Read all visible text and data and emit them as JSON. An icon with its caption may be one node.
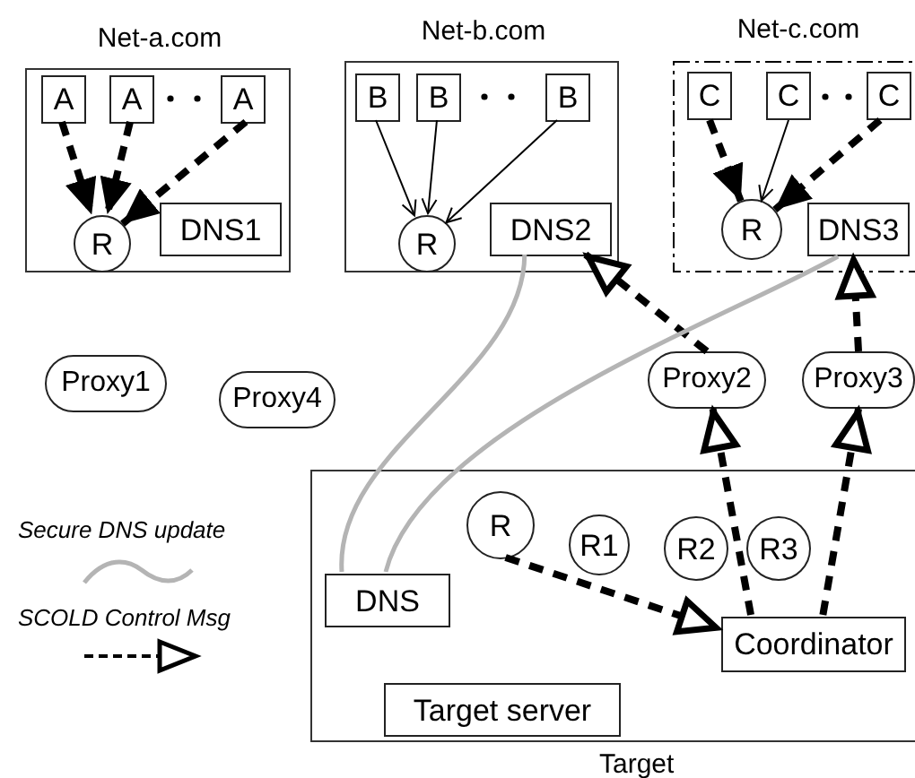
{
  "diagram": {
    "nodes": [
      {
        "text": [
          "Net-a.com"
        ]
      },
      {
        "text": [
          "A"
        ],
        "in": 0
      },
      {
        "text": [
          "A"
        ],
        "in": 0
      },
      {
        "text": [
          "A"
        ],
        "in": 0
      },
      {
        "text": [
          "R"
        ],
        "in": 0
      },
      {
        "text": [
          "DNS1"
        ],
        "in": 0
      },
      {
        "text": [
          "Net-b.com"
        ]
      },
      {
        "text": [
          "B"
        ],
        "in": 6
      },
      {
        "text": [
          "B"
        ],
        "in": 6
      },
      {
        "text": [
          "B"
        ],
        "in": 6
      },
      {
        "text": [
          "R"
        ],
        "in": 6
      },
      {
        "text": [
          "DNS2"
        ],
        "in": 6
      },
      {
        "text": [
          "Net-c.com"
        ]
      },
      {
        "text": [
          "C"
        ],
        "in": 12
      },
      {
        "text": [
          "C"
        ],
        "in": 12
      },
      {
        "text": [
          "C"
        ],
        "in": 12
      },
      {
        "text": [
          "R"
        ],
        "in": 12
      },
      {
        "text": [
          "DNS3"
        ],
        "in": 12
      },
      {
        "text": [
          "Proxy1"
        ]
      },
      {
        "text": [
          "Proxy4"
        ]
      },
      {
        "text": [
          "Proxy2"
        ]
      },
      {
        "text": [
          "Proxy3"
        ]
      },
      {
        "text": [
          "Target"
        ]
      },
      {
        "text": [
          "DNS"
        ],
        "in": 22
      },
      {
        "text": [
          "R"
        ],
        "in": 22
      },
      {
        "text": [
          "R1"
        ],
        "in": 22
      },
      {
        "text": [
          "R2"
        ],
        "in": 22
      },
      {
        "text": [
          "R3"
        ],
        "in": 22
      },
      {
        "text": [
          "Coordinator"
        ],
        "in": 22
      },
      {
        "text": [
          "Target server"
        ],
        "in": 22
      }
    ],
    "edges": [
      {
        "from": 1,
        "to": 4,
        "arrow": "to",
        "style": "dashed"
      },
      {
        "from": 2,
        "to": 4,
        "arrow": "to",
        "style": "dashed"
      },
      {
        "from": 3,
        "to": 4,
        "arrow": "to",
        "style": "dashed"
      },
      {
        "from": 7,
        "to": 10,
        "arrow": "to"
      },
      {
        "from": 8,
        "to": 10,
        "arrow": "to"
      },
      {
        "from": 9,
        "to": 10,
        "arrow": "to"
      },
      {
        "from": 13,
        "to": 16,
        "arrow": "to",
        "style": "dashed"
      },
      {
        "from": 14,
        "to": 16,
        "arrow": "to"
      },
      {
        "from": 15,
        "to": 16,
        "arrow": "to",
        "style": "dashed"
      },
      {
        "from": 20,
        "to": 11,
        "arrow": "to",
        "style": "dashed"
      },
      {
        "from": 21,
        "to": 17,
        "arrow": "to",
        "style": "dashed"
      },
      {
        "from": 28,
        "to": 20,
        "arrow": "to",
        "style": "dashed"
      },
      {
        "from": 28,
        "to": 21,
        "arrow": "to",
        "style": "dashed"
      },
      {
        "from": 24,
        "to": 28,
        "arrow": "to",
        "style": "dashed"
      },
      {
        "from": 23,
        "to": 11,
        "arrow": "none",
        "color": "#b4b4b4"
      },
      {
        "from": 23,
        "to": 17,
        "arrow": "none",
        "color": "#b4b4b4"
      }
    ],
    "legend": [
      {
        "text": "Secure DNS update"
      },
      {
        "text": "SCOLD Control Msg"
      }
    ]
  }
}
